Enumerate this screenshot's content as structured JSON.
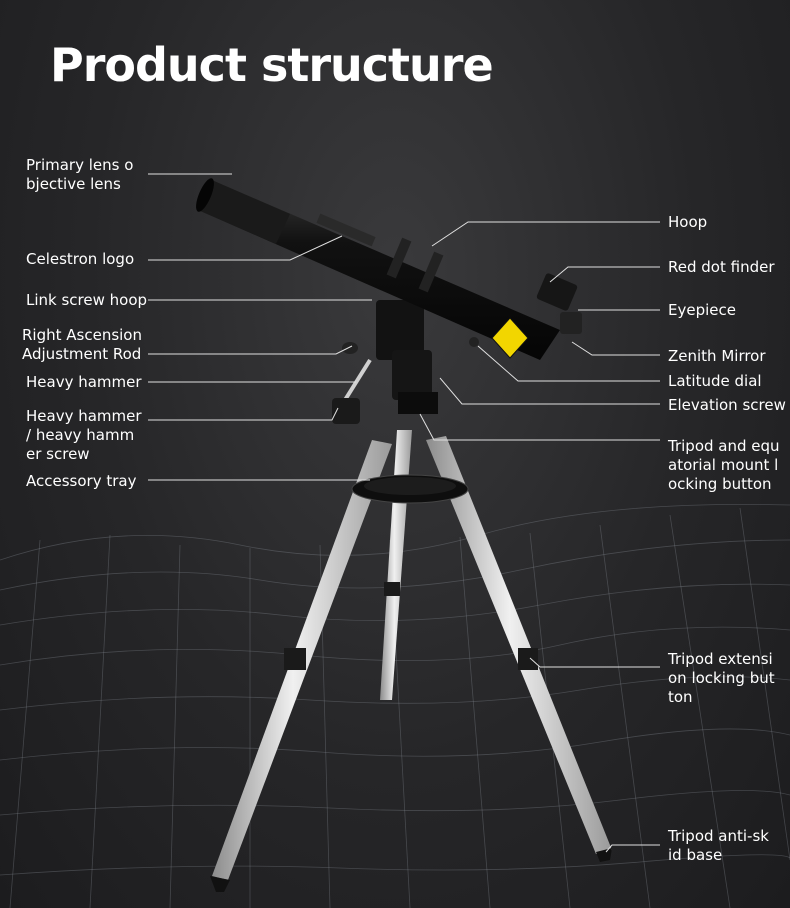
{
  "title": "Product structure",
  "labels_left": [
    {
      "lines": [
        "Primary lens o",
        "bjective lens"
      ]
    },
    {
      "lines": [
        "Celestron logo"
      ]
    },
    {
      "lines": [
        "Link screw hoop"
      ]
    },
    {
      "lines": [
        "Right Ascension",
        "Adjustment Rod"
      ]
    },
    {
      "lines": [
        "Heavy hammer"
      ]
    },
    {
      "lines": [
        "Heavy hammer",
        "/ heavy hamm",
        "er screw"
      ]
    },
    {
      "lines": [
        "Accessory tray"
      ]
    }
  ],
  "labels_right": [
    {
      "lines": [
        "Hoop"
      ]
    },
    {
      "lines": [
        "Red dot finder"
      ]
    },
    {
      "lines": [
        "Eyepiece"
      ]
    },
    {
      "lines": [
        "Zenith Mirror"
      ]
    },
    {
      "lines": [
        "Latitude dial"
      ]
    },
    {
      "lines": [
        "Elevation screw"
      ]
    },
    {
      "lines": [
        "Tripod and equ",
        "atorial mount l",
        "ocking button"
      ]
    },
    {
      "lines": [
        "Tripod extensi",
        "on locking but",
        "ton"
      ]
    },
    {
      "lines": [
        "Tripod anti-sk",
        "id base"
      ]
    }
  ],
  "colors": {
    "background": "#262628",
    "text": "#ffffff",
    "leader_line": "#e0e0e0",
    "tube": "#0d0d0d",
    "tripod_leg": "#d4d4d4",
    "warning_tag": "#f2d600"
  }
}
